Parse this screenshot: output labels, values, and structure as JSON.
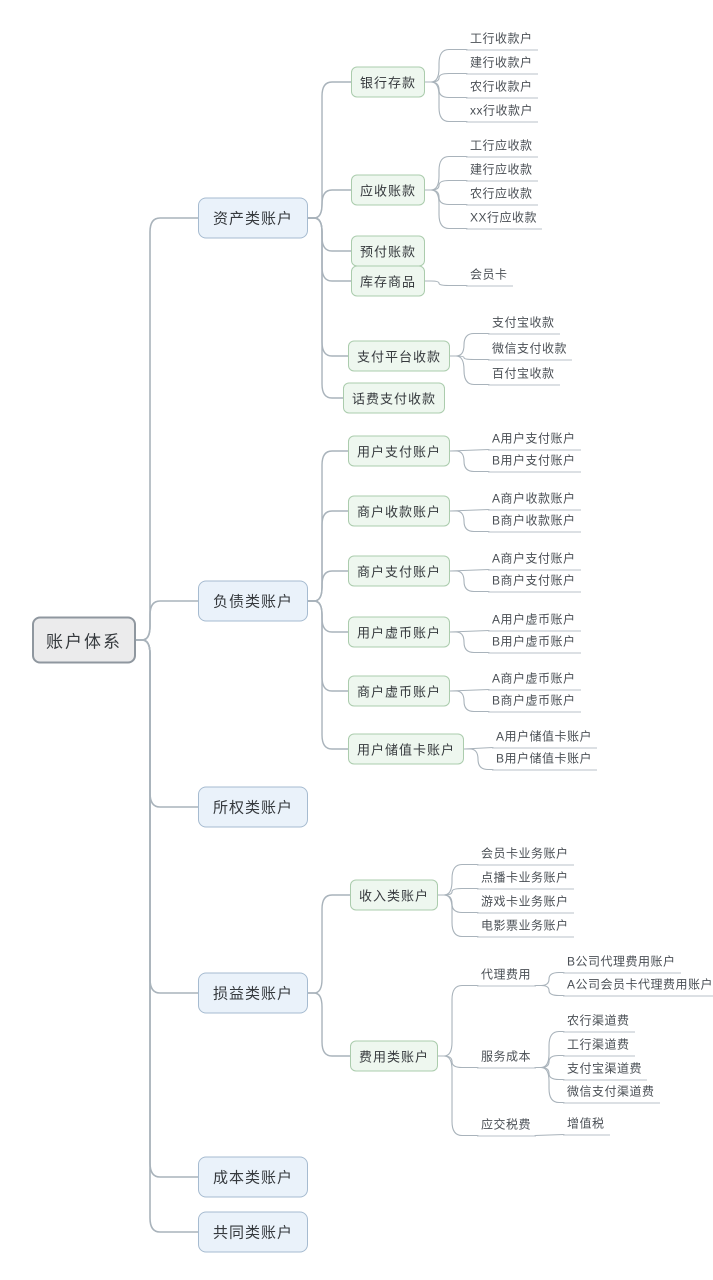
{
  "diagram": {
    "type": "mindmap",
    "colors": {
      "canvas_bg": "#ffffff",
      "root_fill": "#ebebec",
      "root_border": "#8f979f",
      "primary_fill": "#eaf2fa",
      "primary_border": "#a6bbd0",
      "secondary_fill": "#eef7ef",
      "secondary_border": "#abccad",
      "text_dark": "#35393d",
      "text_plain": "#4a4f55",
      "underline": "#b9c1c8",
      "edge": "#a9b3bb"
    },
    "tree": {
      "id": "root",
      "label": "账户体系",
      "children": [
        {
          "id": "assets",
          "label": "资产类账户",
          "children": [
            {
              "id": "bank-deposit",
              "label": "银行存款",
              "children": [
                {
                  "id": "icbc-collection",
                  "label": "工行收款户"
                },
                {
                  "id": "ccb-collection",
                  "label": "建行收款户"
                },
                {
                  "id": "abc-collection",
                  "label": "农行收款户"
                },
                {
                  "id": "xx-collection",
                  "label": "xx行收款户"
                }
              ]
            },
            {
              "id": "receivables",
              "label": "应收账款",
              "children": [
                {
                  "id": "icbc-receivable",
                  "label": "工行应收款"
                },
                {
                  "id": "ccb-receivable",
                  "label": "建行应收款"
                },
                {
                  "id": "abc-receivable",
                  "label": "农行应收款"
                },
                {
                  "id": "xx-receivable",
                  "label": "XX行应收款"
                }
              ]
            },
            {
              "id": "prepaid",
              "label": "预付账款"
            },
            {
              "id": "inventory",
              "label": "库存商品",
              "children": [
                {
                  "id": "member-card",
                  "label": "会员卡"
                }
              ]
            },
            {
              "id": "platform-collection",
              "label": "支付平台收款",
              "children": [
                {
                  "id": "alipay-collection",
                  "label": "支付宝收款"
                },
                {
                  "id": "wechat-collection",
                  "label": "微信支付收款"
                },
                {
                  "id": "baifubao-collection",
                  "label": "百付宝收款"
                }
              ]
            },
            {
              "id": "phone-fee",
              "label": "话费支付收款"
            }
          ]
        },
        {
          "id": "liabilities",
          "label": "负债类账户",
          "children": [
            {
              "id": "user-pay",
              "label": "用户支付账户",
              "children": [
                {
                  "id": "user-pay-a",
                  "label": "A用户支付账户"
                },
                {
                  "id": "user-pay-b",
                  "label": "B用户支付账户"
                }
              ]
            },
            {
              "id": "merchant-recv",
              "label": "商户收款账户",
              "children": [
                {
                  "id": "merchant-recv-a",
                  "label": "A商户收款账户"
                },
                {
                  "id": "merchant-recv-b",
                  "label": "B商户收款账户"
                }
              ]
            },
            {
              "id": "merchant-pay",
              "label": "商户支付账户",
              "children": [
                {
                  "id": "merchant-pay-a",
                  "label": "A商户支付账户"
                },
                {
                  "id": "merchant-pay-b",
                  "label": "B商户支付账户"
                }
              ]
            },
            {
              "id": "user-virtual",
              "label": "用户虚币账户",
              "children": [
                {
                  "id": "user-virtual-a",
                  "label": "A用户虚币账户"
                },
                {
                  "id": "user-virtual-b",
                  "label": "B用户虚币账户"
                }
              ]
            },
            {
              "id": "merchant-virtual",
              "label": "商户虚币账户",
              "children": [
                {
                  "id": "merchant-virtual-a",
                  "label": "A商户虚币账户"
                },
                {
                  "id": "merchant-virtual-b",
                  "label": "B商户虚币账户"
                }
              ]
            },
            {
              "id": "user-stored",
              "label": "用户储值卡账户",
              "children": [
                {
                  "id": "user-stored-a",
                  "label": "A用户储值卡账户"
                },
                {
                  "id": "user-stored-b",
                  "label": "B用户储值卡账户"
                }
              ]
            }
          ]
        },
        {
          "id": "equity",
          "label": "所权类账户"
        },
        {
          "id": "pnl",
          "label": "损益类账户",
          "children": [
            {
              "id": "income",
              "label": "收入类账户",
              "children": [
                {
                  "id": "member-card-biz",
                  "label": "会员卡业务账户"
                },
                {
                  "id": "vod-card-biz",
                  "label": "点播卡业务账户"
                },
                {
                  "id": "game-card-biz",
                  "label": "游戏卡业务账户"
                },
                {
                  "id": "movie-ticket-biz",
                  "label": "电影票业务账户"
                }
              ]
            },
            {
              "id": "expense",
              "label": "费用类账户",
              "children": [
                {
                  "id": "agency-fee",
                  "label": "代理费用",
                  "children": [
                    {
                      "id": "agency-b",
                      "label": "B公司代理费用账户"
                    },
                    {
                      "id": "agency-a",
                      "label": "A公司会员卡代理费用账户"
                    }
                  ]
                },
                {
                  "id": "service-cost",
                  "label": "服务成本",
                  "children": [
                    {
                      "id": "abc-channel",
                      "label": "农行渠道费"
                    },
                    {
                      "id": "icbc-channel",
                      "label": "工行渠道费"
                    },
                    {
                      "id": "alipay-channel",
                      "label": "支付宝渠道费"
                    },
                    {
                      "id": "wechat-channel",
                      "label": "微信支付渠道费"
                    }
                  ]
                },
                {
                  "id": "tax",
                  "label": "应交税费",
                  "children": [
                    {
                      "id": "vat",
                      "label": "增值税"
                    }
                  ]
                }
              ]
            }
          ]
        },
        {
          "id": "cost",
          "label": "成本类账户"
        },
        {
          "id": "common",
          "label": "共同类账户"
        }
      ]
    }
  }
}
